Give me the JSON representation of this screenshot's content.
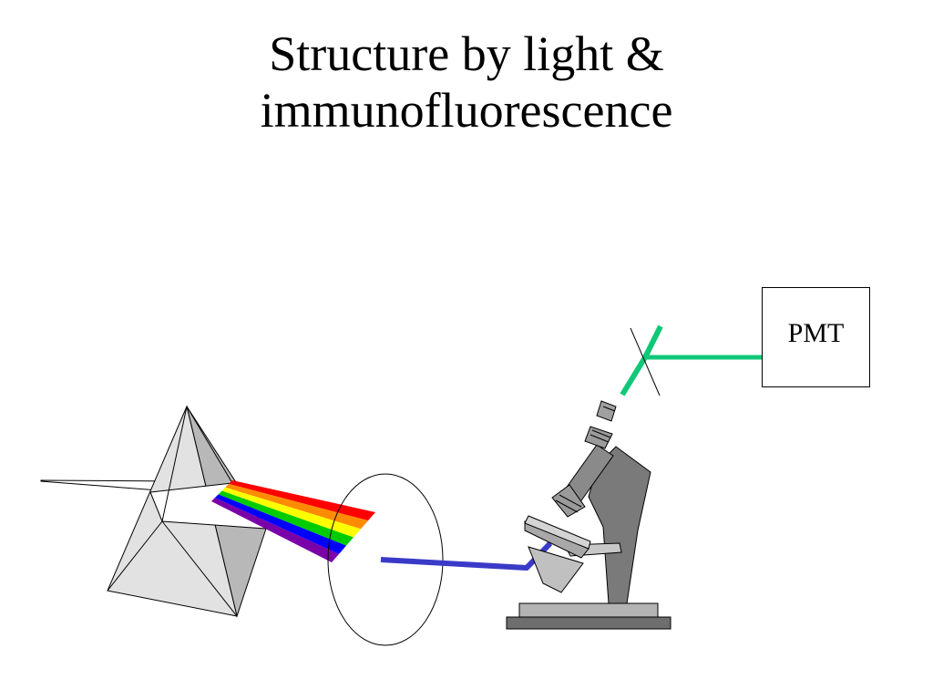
{
  "slide": {
    "title_line1": "Structure by light &",
    "title_line2": "immunofluorescence"
  },
  "pmt": {
    "label": "PMT"
  },
  "colors": {
    "spectrum": [
      "#ff0000",
      "#ff8c00",
      "#ffff00",
      "#00cc00",
      "#0000ff",
      "#7a00a8"
    ],
    "excitation_beam": "#3a3ac8",
    "emission_beam": "#10c878",
    "prism_face": "#d8d8d8",
    "microscope_body": "#7a7a7a"
  },
  "icons": [
    "prism-icon",
    "microscope-icon"
  ]
}
